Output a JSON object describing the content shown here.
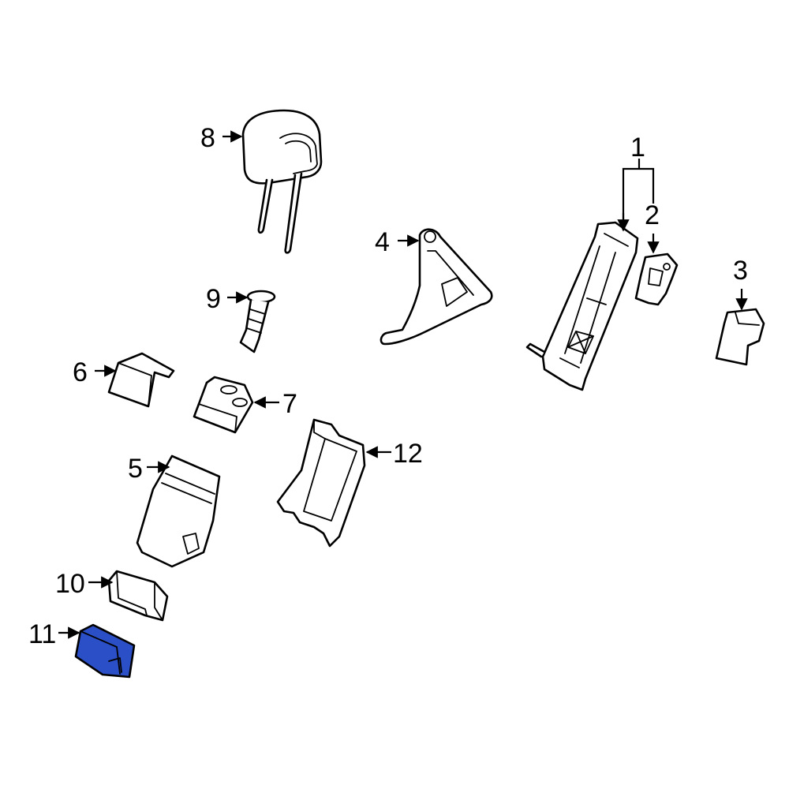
{
  "colors": {
    "line": "#000000",
    "background": "#ffffff",
    "highlight": "#2b4fc7"
  },
  "highlighted_part": "11",
  "callouts": [
    {
      "id": "c1",
      "number": "1"
    },
    {
      "id": "c2",
      "number": "2"
    },
    {
      "id": "c3",
      "number": "3"
    },
    {
      "id": "c4",
      "number": "4"
    },
    {
      "id": "c5",
      "number": "5"
    },
    {
      "id": "c6",
      "number": "6"
    },
    {
      "id": "c7",
      "number": "7"
    },
    {
      "id": "c8",
      "number": "8"
    },
    {
      "id": "c9",
      "number": "9"
    },
    {
      "id": "c10",
      "number": "10"
    },
    {
      "id": "c11",
      "number": "11"
    },
    {
      "id": "c12",
      "number": "12"
    }
  ]
}
